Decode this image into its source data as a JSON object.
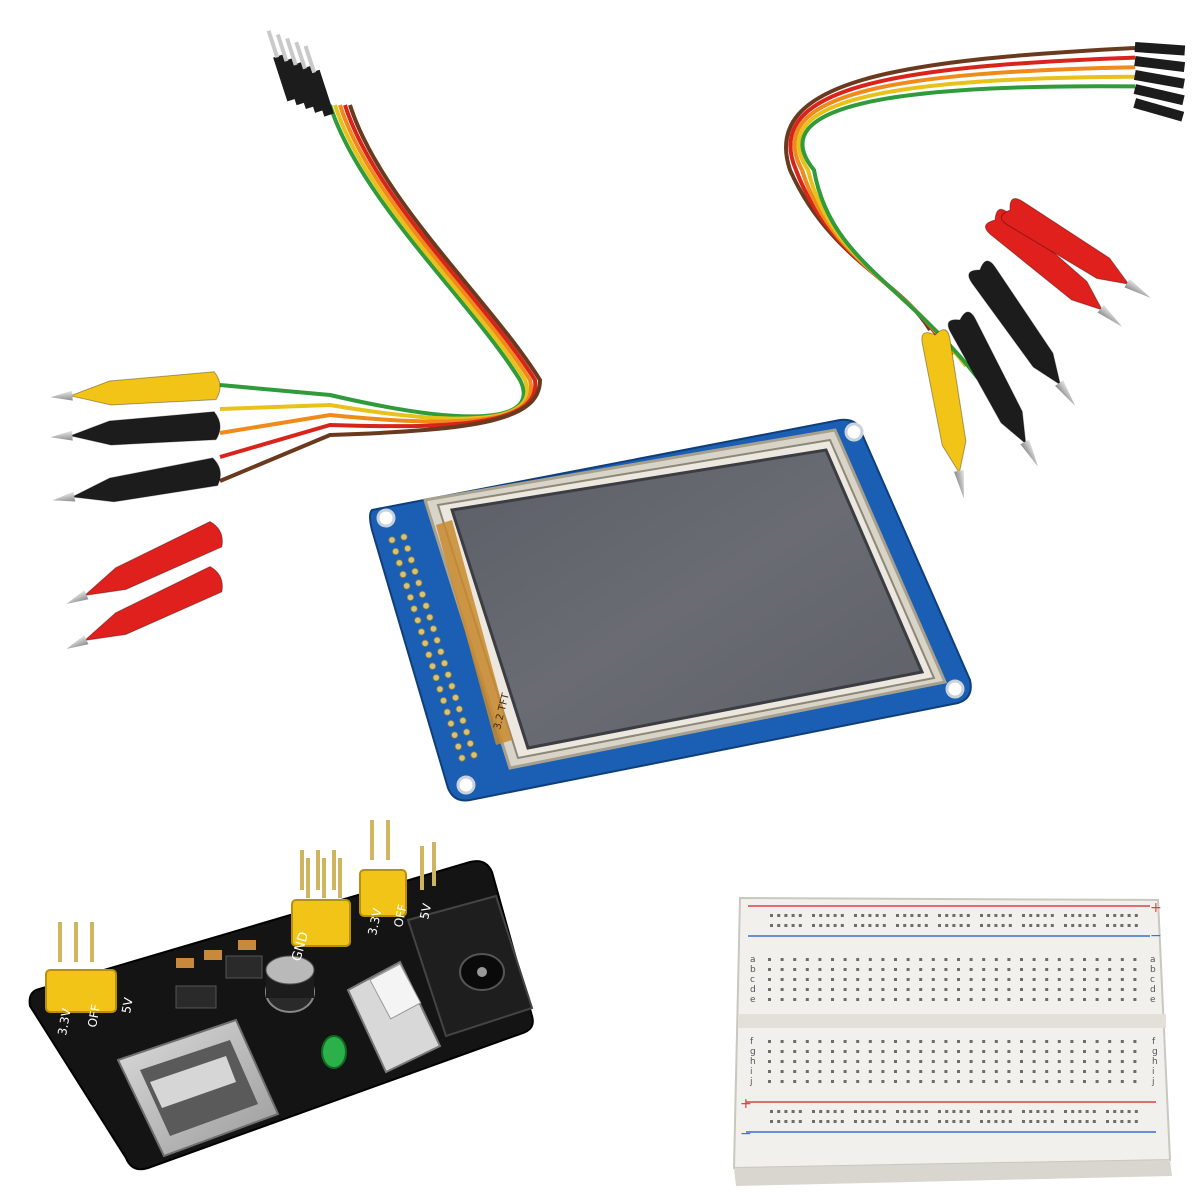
{
  "photo": {
    "background": "#ffffff",
    "colors": {
      "wire_brown": "#6b3a1e",
      "wire_red": "#d9241c",
      "wire_orange": "#ef8a1b",
      "wire_yellow": "#e8c21a",
      "wire_green": "#2f9b3a",
      "clip_red": "#e0201c",
      "clip_black": "#1c1c1c",
      "clip_yellow": "#f2c417",
      "pcb_blue": "#1a5fb4",
      "pcb_black": "#141414",
      "breadboard": "#f1f0ec"
    }
  },
  "items": {
    "jumper_cable_left": {
      "icon": "dupont-to-alligator-cable"
    },
    "jumper_cable_right": {
      "icon": "dupont-to-alligator-cable"
    },
    "tft_display": {
      "icon": "tft-touch-lcd-module",
      "silk_label": "3.2 TFT"
    },
    "power_module": {
      "icon": "breadboard-power-supply",
      "labels": {
        "gnd": "GND",
        "v5": "5V",
        "v33": "3.3V",
        "off": "OFF"
      }
    },
    "breadboard": {
      "icon": "solderless-breadboard",
      "plus_sign": "+",
      "minus_sign": "−",
      "cols_left": [
        "a",
        "b",
        "c",
        "d",
        "e"
      ],
      "cols_right": [
        "f",
        "g",
        "h",
        "i",
        "j"
      ]
    }
  }
}
